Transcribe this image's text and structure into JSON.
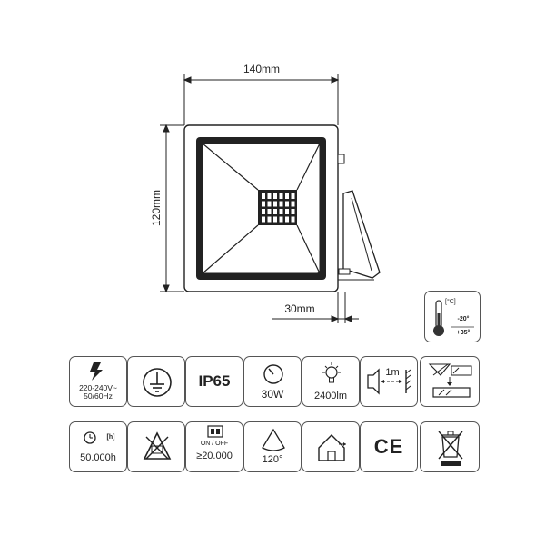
{
  "dimensions": {
    "width": "140mm",
    "height": "120mm",
    "depth": "30mm"
  },
  "temperature": {
    "unit": "[°C]",
    "min": "-20°",
    "max": "+35°"
  },
  "icons_row1": {
    "voltage": "220-240V~\n50/60Hz",
    "ip_rating": "IP65",
    "power": "30W",
    "lumen": "2400lm",
    "distance": "1m"
  },
  "icons_row2": {
    "lifetime_unit": "[h]",
    "lifetime": "50.000h",
    "switch_label": "ON / OFF",
    "switch_cycles": "≥20.000",
    "beam_angle": "120°",
    "ce_mark": "CE"
  }
}
